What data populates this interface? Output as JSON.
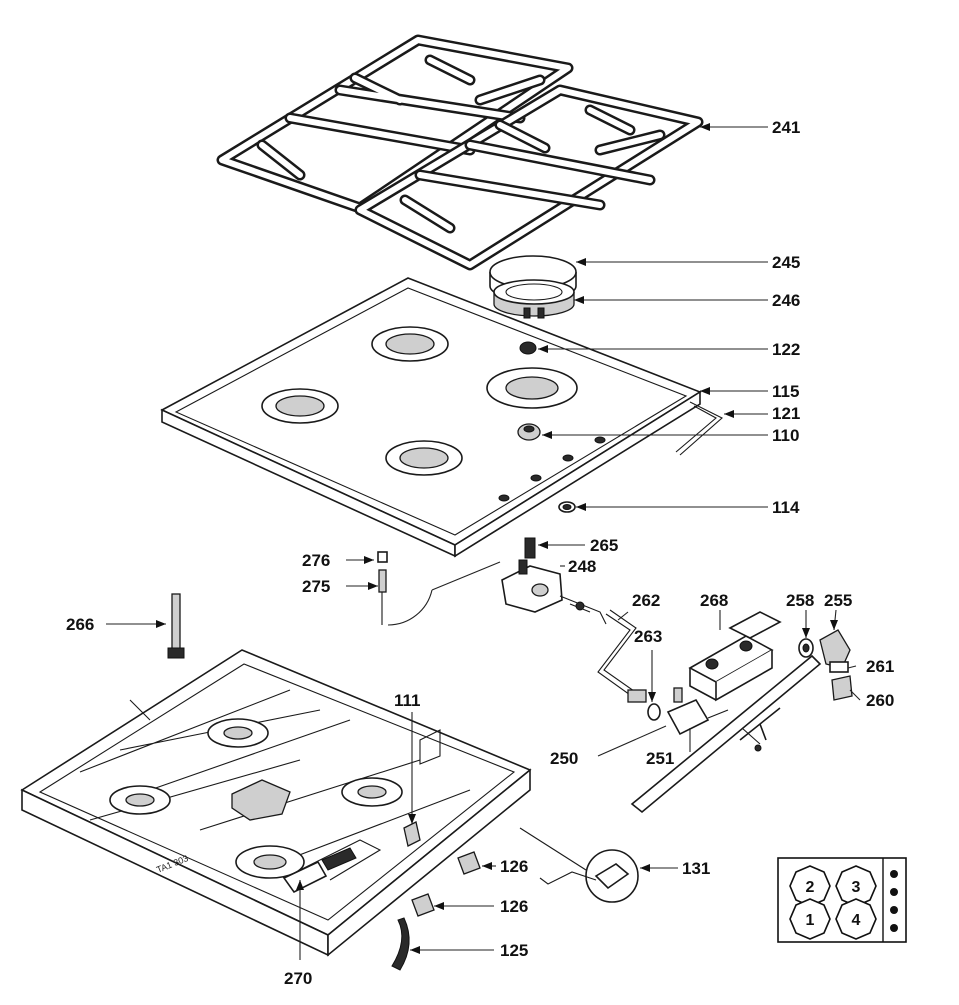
{
  "callouts": [
    {
      "id": "c241",
      "text": "241"
    },
    {
      "id": "c245",
      "text": "245"
    },
    {
      "id": "c246",
      "text": "246"
    },
    {
      "id": "c122",
      "text": "122"
    },
    {
      "id": "c115",
      "text": "115"
    },
    {
      "id": "c121",
      "text": "121"
    },
    {
      "id": "c110",
      "text": "110"
    },
    {
      "id": "c114",
      "text": "114"
    },
    {
      "id": "c265",
      "text": "265"
    },
    {
      "id": "c248",
      "text": "248"
    },
    {
      "id": "c276",
      "text": "276"
    },
    {
      "id": "c275",
      "text": "275"
    },
    {
      "id": "c266",
      "text": "266"
    },
    {
      "id": "c262",
      "text": "262"
    },
    {
      "id": "c268",
      "text": "268"
    },
    {
      "id": "c258",
      "text": "258"
    },
    {
      "id": "c255",
      "text": "255"
    },
    {
      "id": "c263",
      "text": "263"
    },
    {
      "id": "c261",
      "text": "261"
    },
    {
      "id": "c260",
      "text": "260"
    },
    {
      "id": "c111",
      "text": "111"
    },
    {
      "id": "c250",
      "text": "250"
    },
    {
      "id": "c251",
      "text": "251"
    },
    {
      "id": "c131",
      "text": "131"
    },
    {
      "id": "c126a",
      "text": "126"
    },
    {
      "id": "c126b",
      "text": "126"
    },
    {
      "id": "c125",
      "text": "125"
    },
    {
      "id": "c270",
      "text": "270"
    }
  ],
  "tray_marking": "TA1 303",
  "burner_key": {
    "burners": [
      "2",
      "3",
      "1",
      "4"
    ]
  }
}
